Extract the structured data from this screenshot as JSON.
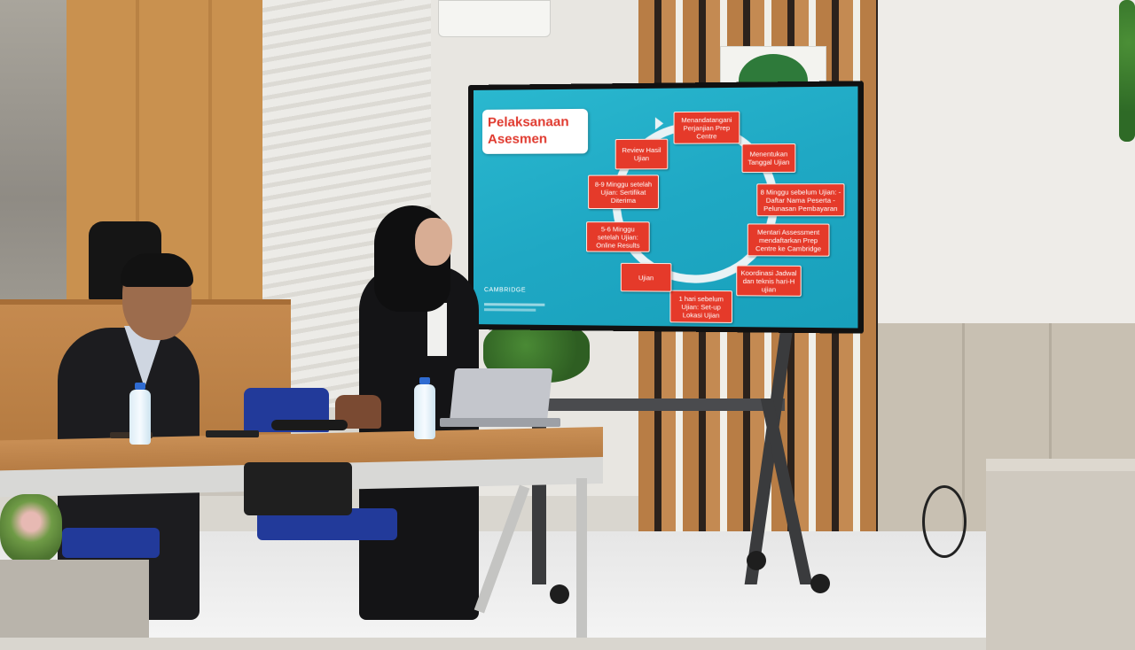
{
  "slide": {
    "title": "Pelaksanaan Asesmen",
    "steps": [
      "Menandatangani Perjanjian Prep Centre",
      "Menentukan Tanggal Ujian",
      "8 Minggu sebelum Ujian: - Daftar Nama Peserta - Pelunasan Pembayaran",
      "Mentari Assessment mendaftarkan Prep Centre ke Cambridge",
      "Koordinasi Jadwal dan teknis hari-H ujian",
      "1 hari sebelum Ujian: Set-up Lokasi Ujian",
      "Ujian",
      "5-6 Minggu setelah Ujian: Online Results",
      "8-9 Minggu setelah Ujian: Sertifikat Diterima",
      "Review Hasil Ujian"
    ],
    "logo_text": "CAMBRIDGE",
    "background_color": "#1fa8c4",
    "step_color": "#e53a2a",
    "title_color": "#e03a2f"
  }
}
